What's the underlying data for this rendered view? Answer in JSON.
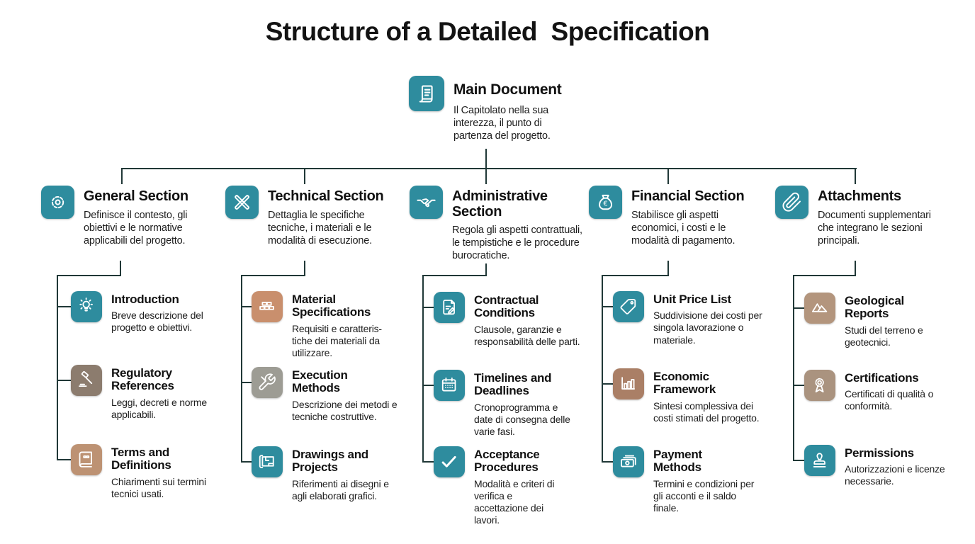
{
  "title": "Structure of a Detailed  Specification",
  "line_color": "#203837",
  "accent_teal": "#2e8c9e",
  "root": {
    "title": "Main Document",
    "description": "Il Capitolato nella sua interezza, il punto di partenza del progetto.",
    "icon": "scroll-icon",
    "color": "#2e8c9e"
  },
  "sections": [
    {
      "title": "General Section",
      "description": "Definisce il contesto, gli obiettivi e le normative applicabili del progetto.",
      "icon": "gear-icon",
      "color": "#2e8c9e",
      "children": [
        {
          "title": "Introduction",
          "description": "Breve descrizione del progetto e obiettivi.",
          "icon": "lightbulb-icon",
          "color": "#2e8c9e"
        },
        {
          "title": "Regulatory References",
          "description": "Leggi, decreti e norme applicabili.",
          "icon": "gavel-icon",
          "color": "#8c7c6e"
        },
        {
          "title": "Terms and Definitions",
          "description": "Chiarimenti sui termini tecnici usati.",
          "icon": "book-icon",
          "color": "#bd9273"
        }
      ]
    },
    {
      "title": "Technical Section",
      "description": "Dettaglia le specifiche tecniche, i materiali e le modalità di esecuzione.",
      "icon": "ruler-pencil-icon",
      "color": "#2e8c9e",
      "children": [
        {
          "title": "Material Specifications",
          "description": "Requisiti e caratteris-tiche dei materiali da utilizzare.",
          "icon": "bricks-icon",
          "color": "#c98f6d"
        },
        {
          "title": "Execution Methods",
          "description": "Descrizione dei metodi e tecniche costruttive.",
          "icon": "tools-icon",
          "color": "#9d9c94"
        },
        {
          "title": "Drawings and Projects",
          "description": "Riferimenti ai disegni e agli elaborati grafici.",
          "icon": "blueprint-icon",
          "color": "#2e8c9e"
        }
      ]
    },
    {
      "title": "Administrative Section",
      "description": "Regola gli aspetti contrattuali, le tempistiche e le procedure burocratiche.",
      "icon": "handshake-icon",
      "color": "#2e8c9e",
      "children": [
        {
          "title": "Contractual Conditions",
          "description": "Clausole, garanzie e responsabilità delle parti.",
          "icon": "document-pen-icon",
          "color": "#2e8c9e"
        },
        {
          "title": "Timelines and Deadlines",
          "description": "Cronoprogramma e date di consegna delle varie fasi.",
          "icon": "calendar-icon",
          "color": "#2e8c9e"
        },
        {
          "title": "Acceptance Procedures",
          "description": "Modalità e criteri di verifica e accettazione dei lavori.",
          "icon": "checkmark-icon",
          "color": "#2e8c9e"
        }
      ]
    },
    {
      "title": "Financial Section",
      "description": "Stabilisce gli aspetti economici, i costi e le modalità di pagamento.",
      "icon": "money-bag-icon",
      "color": "#2e8c9e",
      "children": [
        {
          "title": "Unit Price List",
          "description": "Suddivisione dei costi per singola lavorazione o materiale.",
          "icon": "price-tag-icon",
          "color": "#2e8c9e"
        },
        {
          "title": "Economic Framework",
          "description": "Sintesi complessiva dei costi stimati del progetto.",
          "icon": "bar-chart-icon",
          "color": "#aa7f66"
        },
        {
          "title": "Payment Methods",
          "description": "Termini e condizioni per gli acconti e il saldo finale.",
          "icon": "banknotes-icon",
          "color": "#2e8c9e"
        }
      ]
    },
    {
      "title": "Attachments",
      "description": "Documenti supplementari che integrano le sezioni principali.",
      "icon": "paperclip-icon",
      "color": "#2e8c9e",
      "children": [
        {
          "title": "Geological Reports",
          "description": "Studi del terreno e geotecnici.",
          "icon": "mountains-icon",
          "color": "#b3957d"
        },
        {
          "title": "Certifications",
          "description": "Certificati di qualità o conformità.",
          "icon": "ribbon-icon",
          "color": "#aa937f"
        },
        {
          "title": "Permissions",
          "description": "Autorizzazioni e licenze necessarie.",
          "icon": "stamp-icon",
          "color": "#2e8c9e"
        }
      ]
    }
  ]
}
